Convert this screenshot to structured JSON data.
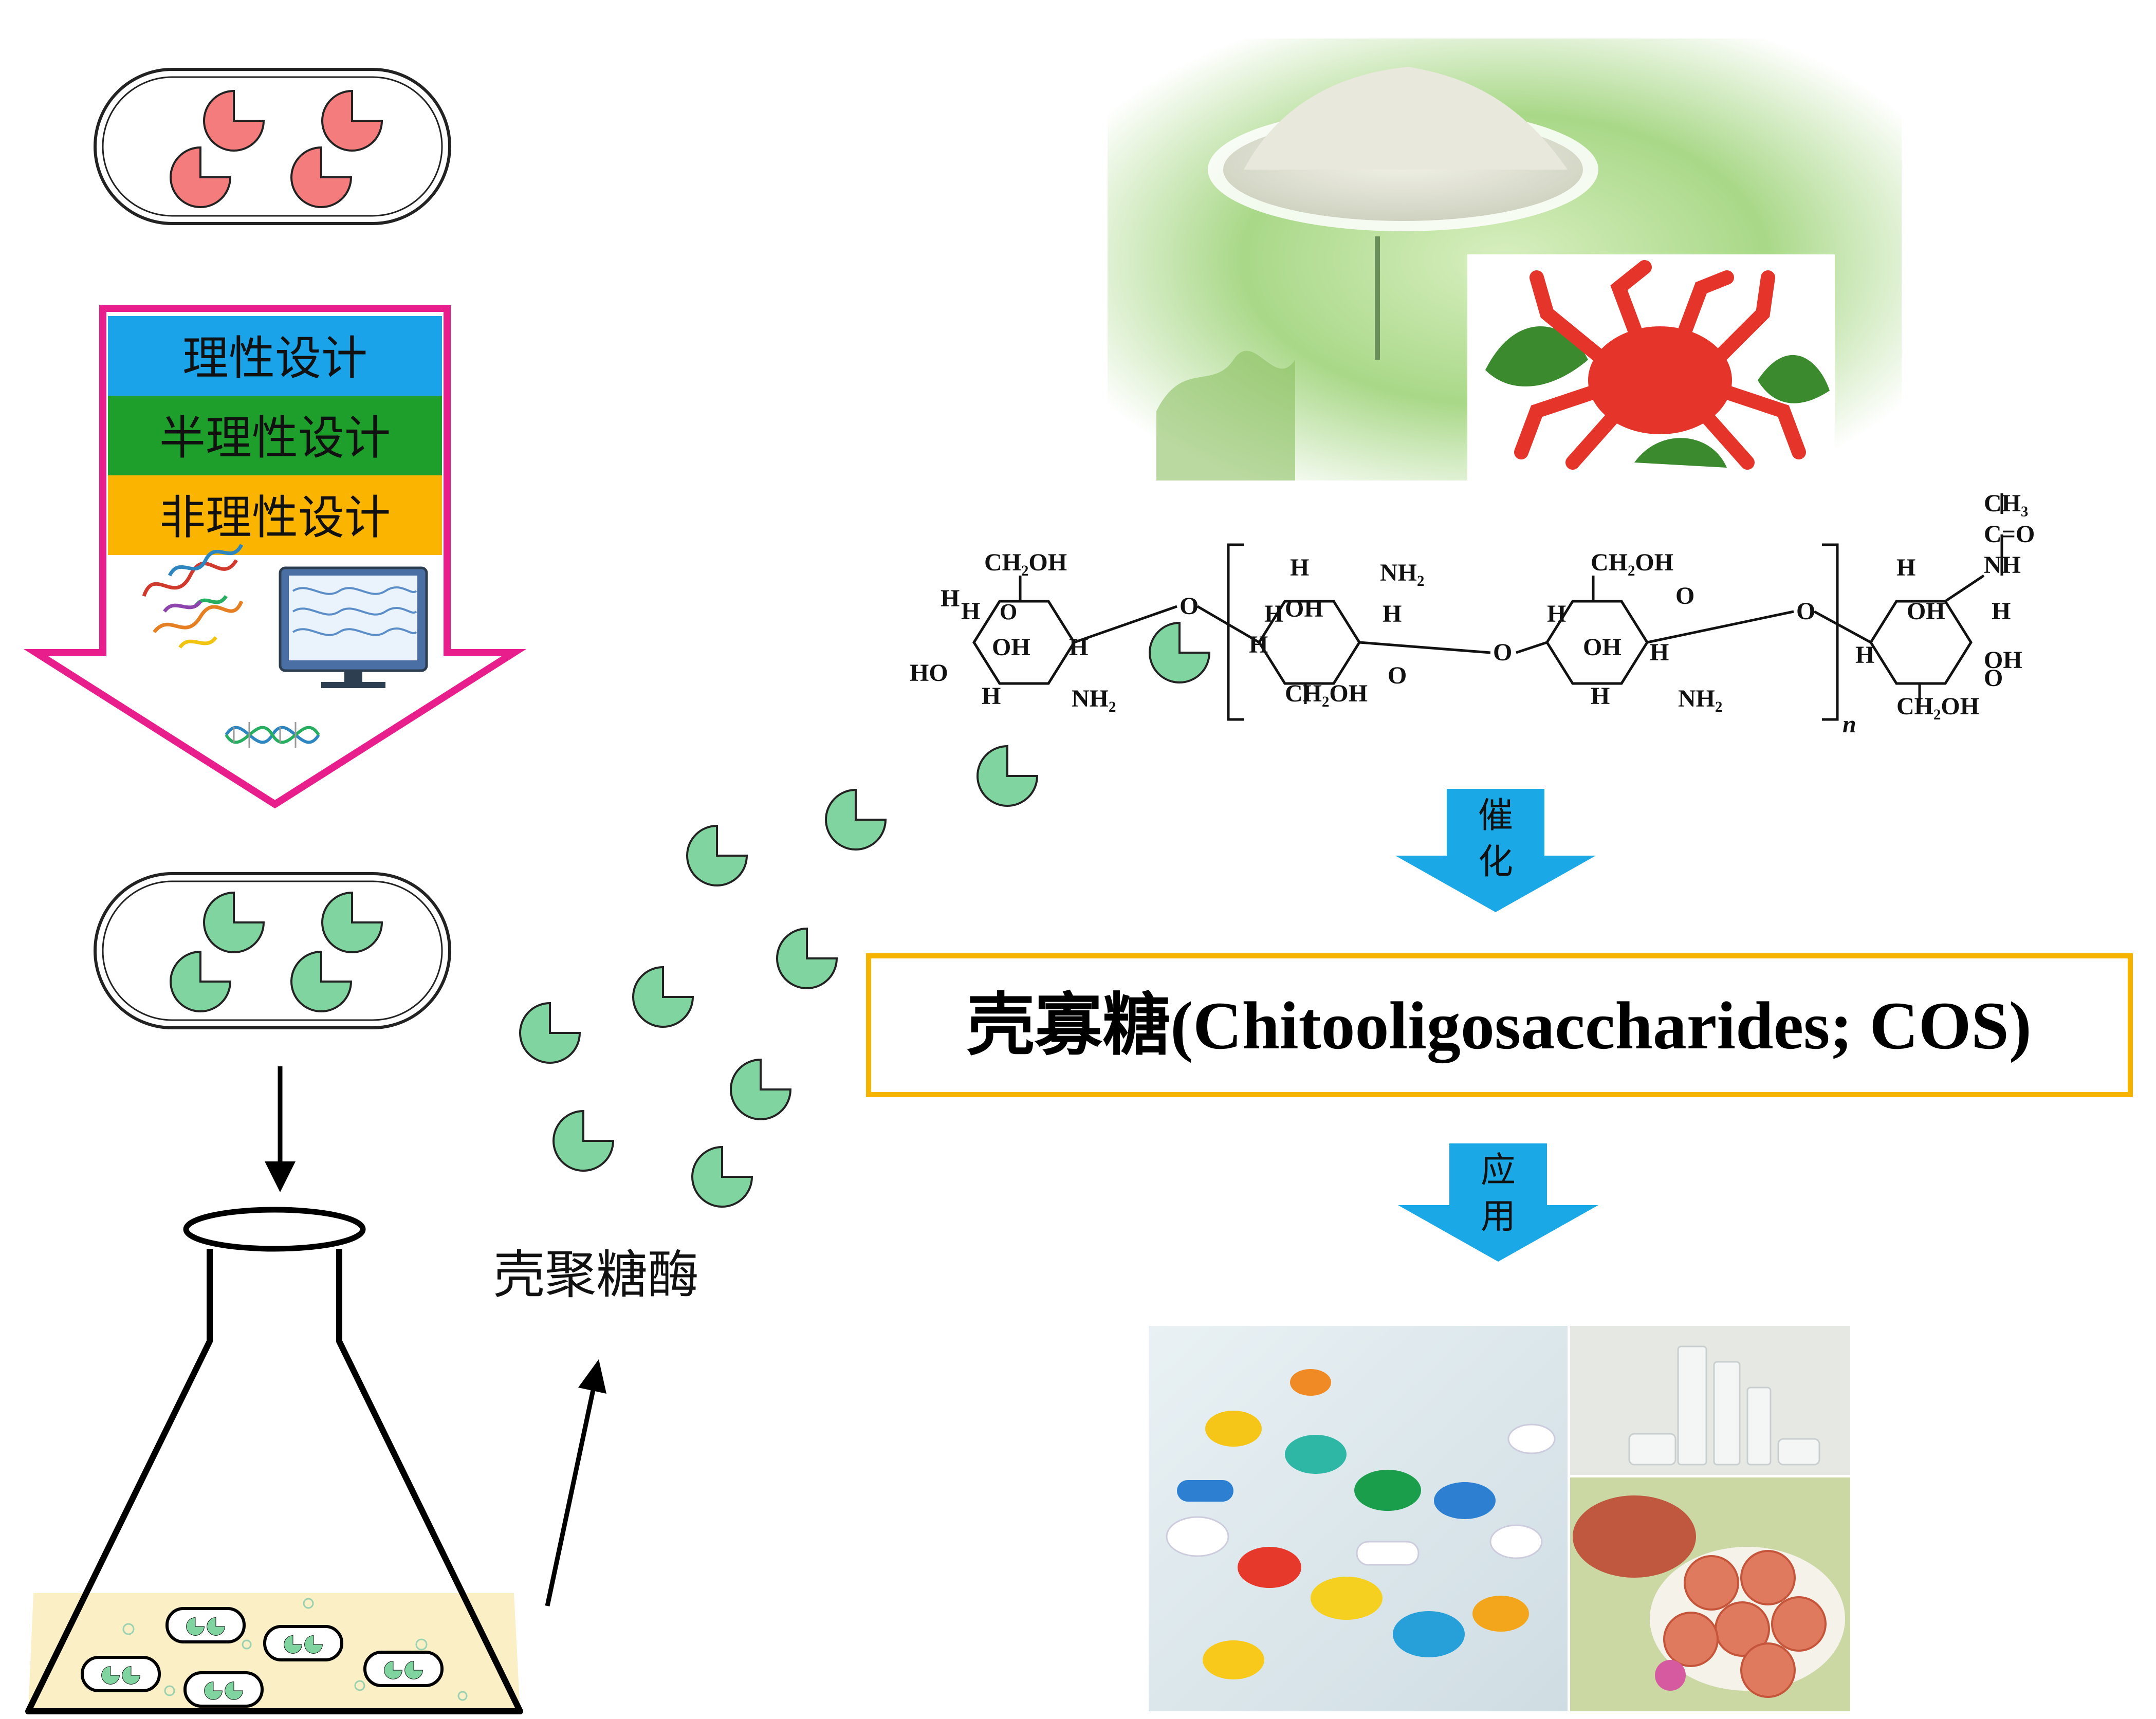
{
  "design_box": {
    "items": [
      {
        "label": "理性设计",
        "color": "#1aa3e8"
      },
      {
        "label": "半理性设计",
        "color": "#1e9e2a"
      },
      {
        "label": "非理性设计",
        "color": "#fbb500"
      }
    ],
    "arrow_border_color": "#e81e8c"
  },
  "enzyme_label": "壳聚糖酶",
  "product_box": {
    "label": "壳寡糖(Chitooligosaccharides; COS)",
    "border_color": "#f4b400"
  },
  "step_arrows": [
    {
      "label_chars": [
        "催",
        "化"
      ]
    },
    {
      "label_chars": [
        "应",
        "用"
      ]
    }
  ],
  "structure": {
    "labels": {
      "ch2oh": "CH₂OH",
      "nh2": "NH₂",
      "oh": "OH",
      "ho": "HO",
      "h": "H",
      "o": "O",
      "ch3": "CH₃",
      "c_eq_o": "C=O",
      "nh": "NH",
      "n": "n"
    }
  },
  "colors": {
    "enzyme_red": "#f47c7c",
    "enzyme_green": "#7fd4a0",
    "cyan_arrow": "#1aa9e6",
    "flask_liquid": "#fbefc6"
  }
}
